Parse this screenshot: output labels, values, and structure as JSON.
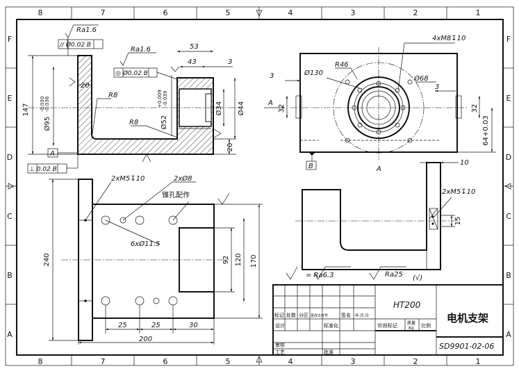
{
  "border": {
    "columns": [
      "8",
      "7",
      "6",
      "5",
      "4",
      "3",
      "2",
      "1"
    ],
    "rows": [
      "F",
      "E",
      "D",
      "C",
      "B",
      "A"
    ]
  },
  "section_view": {
    "ra_left": "Ra1.6",
    "parallel_tol": "// Ø0.02 B",
    "dim_147": "147",
    "dim_95": "Ø95",
    "dim_95_tol_upper": "-0.030",
    "dim_95_tol_lower": "-0.036",
    "dim_20_top": "20",
    "r8_top": "R8",
    "r8_bottom": "R8",
    "datum_a": "A",
    "perp_tol": "⊥ 0.02 B",
    "ra_mid": "Ra1.6",
    "concentric_tol": "◎ Ø0.02 B",
    "dim_53": "53",
    "dim_43": "43",
    "dim_3": "3",
    "dim_52": "Ø52",
    "dim_52_tol_upper": "+0.009",
    "dim_52_tol_lower": "-0.039",
    "dim_34": "Ø34",
    "dim_44": "Ø44",
    "dim_20_bottom": "20"
  },
  "top_right_view": {
    "holes_note": "4xM8↧10",
    "r46": "R46",
    "d130": "Ø130",
    "d68": "Ø68",
    "dim_3_left": "3",
    "dim_3_right": "3",
    "dim_32_left": "32",
    "dim_32_right": "32",
    "view_a_arrow": "A",
    "dim_64": "64+0.03",
    "datum_b": "B",
    "section_a": "A"
  },
  "bottom_left_view": {
    "m5_note": "2xM5↧10",
    "d8_note": "2xØ8",
    "taper_note": "锥孔配作",
    "d115_note": "6xØ11.5",
    "dim_240": "240",
    "dim_92": "92",
    "dim_120": "120",
    "dim_170": "170",
    "dim_25a": "25",
    "dim_25b": "25",
    "dim_30": "30",
    "dim_200": "200"
  },
  "bottom_right_view": {
    "dim_10": "10",
    "m5_note": "2xM5↧10",
    "dim_15": "15"
  },
  "surface_note": {
    "eq_ra": "= Ra6.3",
    "ra25": "Ra25",
    "paren": "(√)"
  },
  "title_block": {
    "material": "HT200",
    "part_name": "电机支架",
    "drawing_no": "SD9901-02-06",
    "h_mark": "标记",
    "h_count": "处数",
    "h_zone": "分区",
    "h_docno": "更改文件号",
    "h_sign": "签名",
    "h_date": "年.月.日",
    "r_design": "设计",
    "r_std": "标准化",
    "r_stage": "阶段标记",
    "r_mass": "质量",
    "r_mass_unit": "Kg",
    "r_scale": "比例",
    "r_review": "审核",
    "r_process": "工艺",
    "r_approve": "批准"
  }
}
